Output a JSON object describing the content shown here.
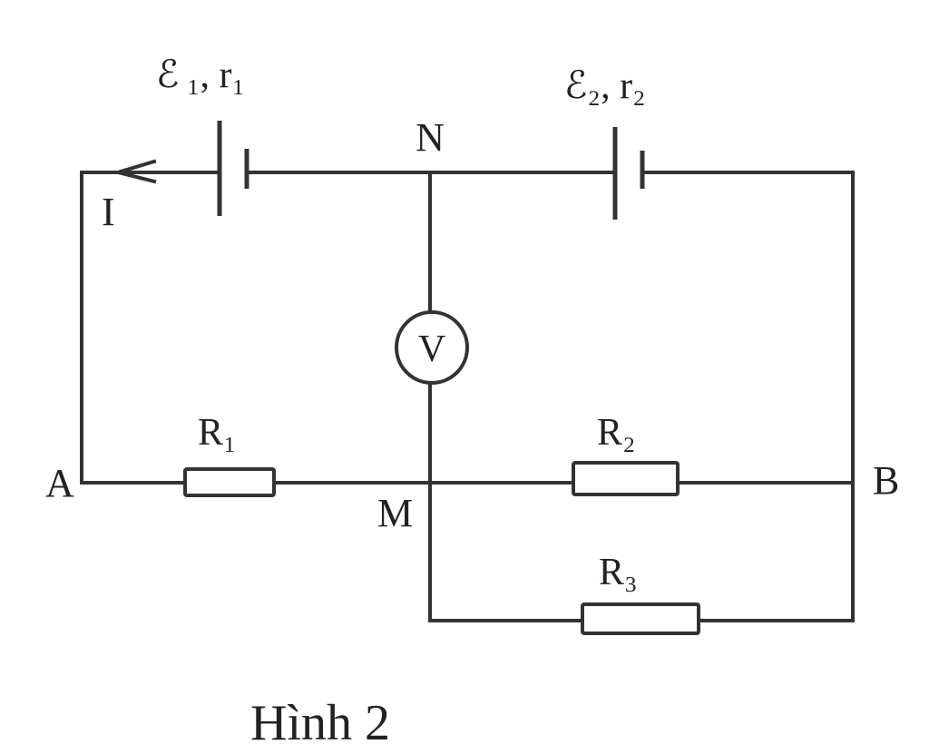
{
  "diagram": {
    "sources": {
      "e1_label": "ℰ ₁, r₁",
      "e2_label": "ℰ₂, r₂"
    },
    "nodes": {
      "n": "N",
      "m": "M",
      "a": "A",
      "b": "B"
    },
    "current_label": "I",
    "voltmeter_label": "V",
    "resistors": {
      "r1": "R₁",
      "r2": "R₂",
      "r3": "R₃"
    },
    "caption": "Hình 2"
  }
}
